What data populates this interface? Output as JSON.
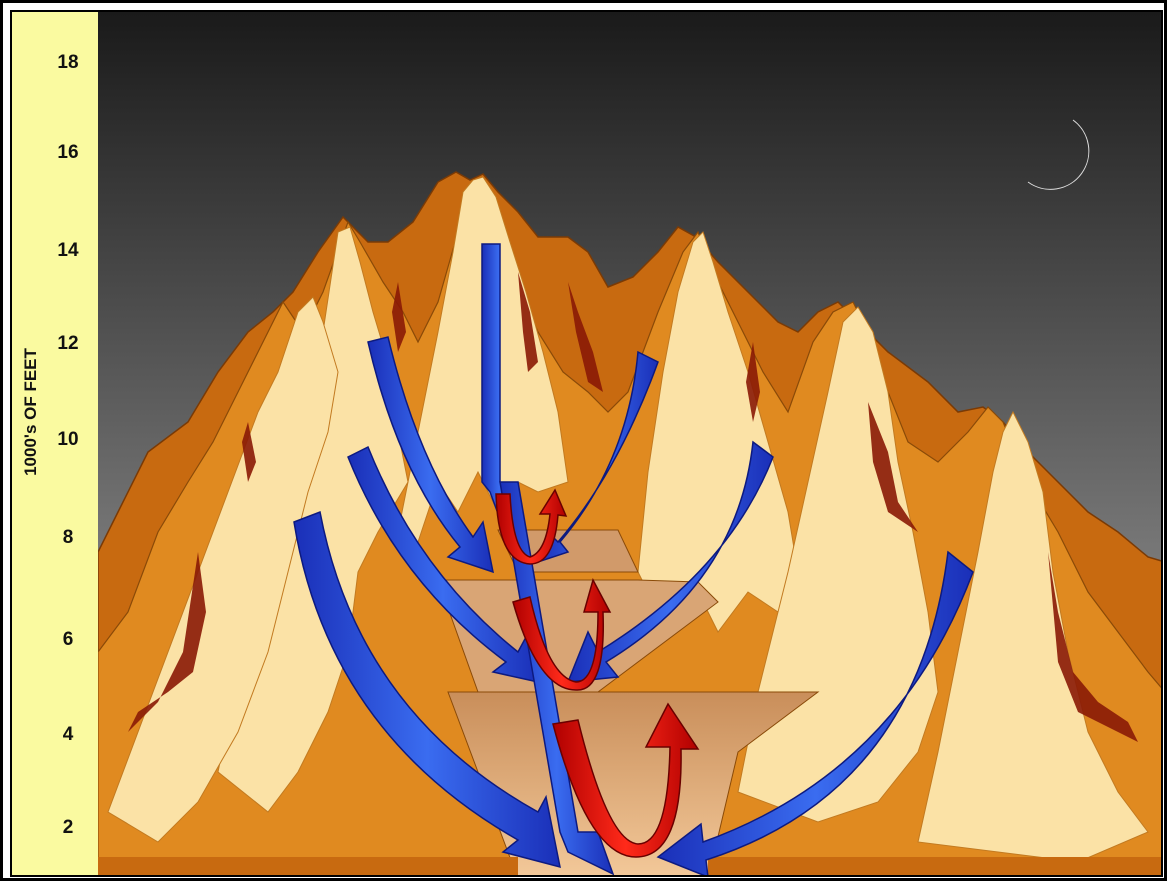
{
  "axis": {
    "title": "1000's OF FEET",
    "ticks": [
      "18",
      "16",
      "14",
      "12",
      "10",
      "8",
      "6",
      "4",
      "2"
    ]
  },
  "colors": {
    "axis_background": "#fafaa0",
    "sky_top": "#1a1a1a",
    "sky_bottom": "#9a9a9a",
    "mountain_dark": "#c86a10",
    "mountain_mid": "#e59a2a",
    "mountain_light": "#fbe7b0",
    "ridge_shadow": "#8a1a05",
    "valley_floor": "#e7b88a",
    "downslope_flow": "#2b4fd8",
    "upflow": "#e01010",
    "moon": "#ffffff"
  },
  "icons": {
    "moon": "crescent-moon-icon",
    "cold_air_flow": "blue-arrow-icon",
    "rising_air": "red-arrow-icon"
  }
}
